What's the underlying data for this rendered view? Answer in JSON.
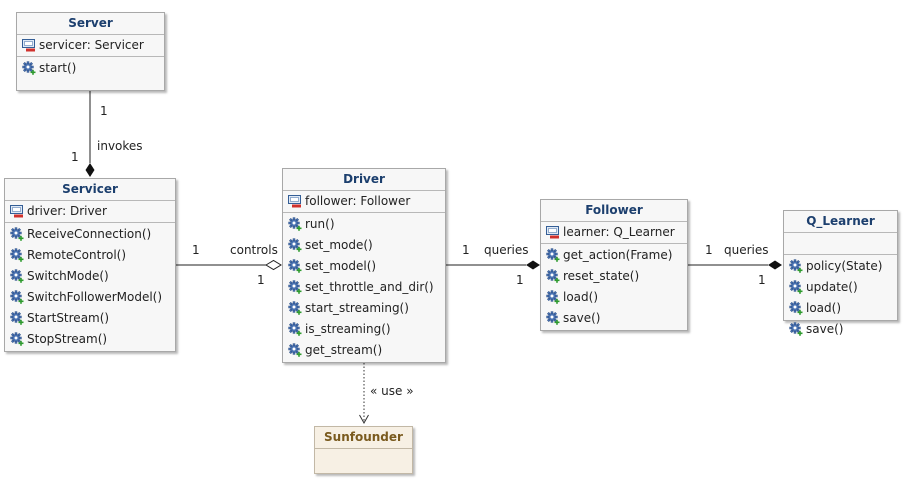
{
  "classes": {
    "server": {
      "name": "Server",
      "attributes": [
        "servicer: Servicer"
      ],
      "methods": [
        "start()"
      ]
    },
    "servicer": {
      "name": "Servicer",
      "attributes": [
        "driver: Driver"
      ],
      "methods": [
        "ReceiveConnection()",
        "RemoteControl()",
        "SwitchMode()",
        "SwitchFollowerModel()",
        "StartStream()",
        "StopStream()"
      ]
    },
    "driver": {
      "name": "Driver",
      "attributes": [
        "follower: Follower"
      ],
      "methods": [
        "run()",
        "set_mode()",
        "set_model()",
        "set_throttle_and_dir()",
        "start_streaming()",
        "is_streaming()",
        "get_stream()"
      ]
    },
    "follower": {
      "name": "Follower",
      "attributes": [
        "learner: Q_Learner"
      ],
      "methods": [
        "get_action(Frame)",
        "reset_state()",
        "load()",
        "save()"
      ]
    },
    "q_learner": {
      "name": "Q_Learner",
      "attributes": [],
      "methods": [
        "policy(State)",
        "update()",
        "load()",
        "save()"
      ]
    },
    "sunfounder": {
      "name": "Sunfounder"
    }
  },
  "relations": {
    "server_servicer": {
      "label": "invokes",
      "mult_source": "1",
      "mult_target": "1"
    },
    "servicer_driver": {
      "label": "controls",
      "mult_source": "1",
      "mult_target": "1"
    },
    "driver_follower": {
      "label": "queries",
      "mult_source": "1",
      "mult_target": "1"
    },
    "follower_qlearner": {
      "label": "queries",
      "mult_source": "1",
      "mult_target": "1"
    },
    "driver_sunfounder": {
      "label": "« use »"
    }
  },
  "colors": {
    "class_name": "#1c3f6e",
    "external_name": "#7a5a1e",
    "box_fill": "#f7f7f7",
    "external_fill": "#f7f0e4"
  },
  "icons": {
    "attribute": "field-icon",
    "method": "method-gear-icon"
  }
}
